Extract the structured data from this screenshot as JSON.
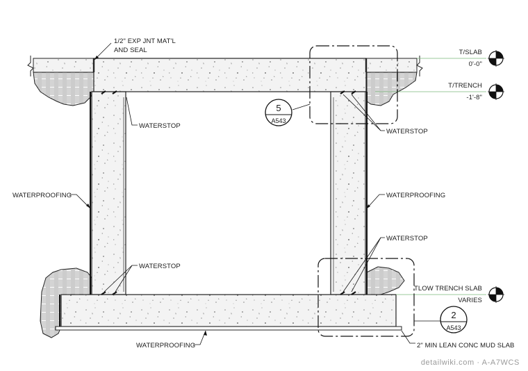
{
  "labels": {
    "joint_material": [
      "1/2\" EXP JNT MAT'L",
      "AND SEAL"
    ],
    "waterstop": "WATERSTOP",
    "waterproofing": "WATERPROOFING",
    "lean_concrete": "2\" MIN LEAN CONC MUD SLAB"
  },
  "levels": {
    "top_slab": {
      "name": "T/SLAB",
      "elevation": "0'-0\""
    },
    "top_trench": {
      "name": "T/TRENCH",
      "elevation": "-1'-8\""
    },
    "trench_bottom": {
      "name": "TLOW TRENCH SLAB",
      "elevation": "VARIES"
    }
  },
  "detail_tags": [
    {
      "number": "5",
      "sheet": "A543"
    },
    {
      "number": "2",
      "sheet": "A543"
    }
  ],
  "footer": "detailwiki.com · A-A7WCS"
}
